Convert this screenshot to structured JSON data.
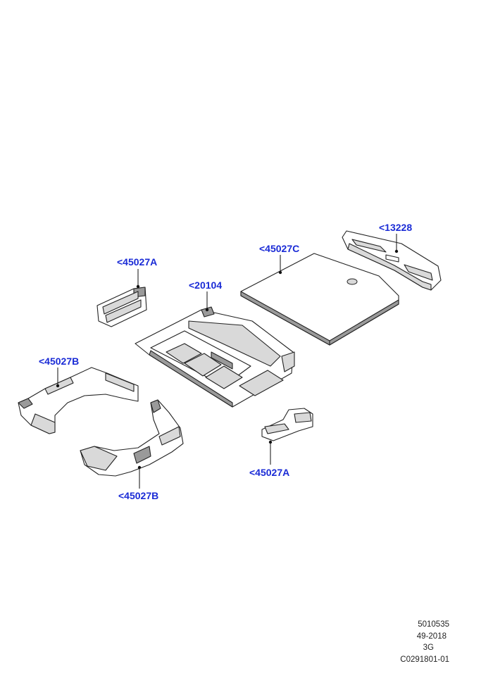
{
  "callouts": {
    "c45027A_top": "<45027A",
    "c20104": "<20104",
    "c45027C": "<45027C",
    "c13228": "<13228",
    "c45027B_left": "<45027B",
    "c45027B_bottom": "<45027B",
    "c45027A_bottom": "<45027A"
  },
  "footer": {
    "line1": "5010535",
    "line2": "49-2018",
    "line3": "3G",
    "line4": "C0291801-01"
  },
  "colors": {
    "callout": "#1a2bd6",
    "part_fill": "#ffffff",
    "part_shade": "#d9d9d9",
    "part_dark": "#9a9a9a"
  }
}
